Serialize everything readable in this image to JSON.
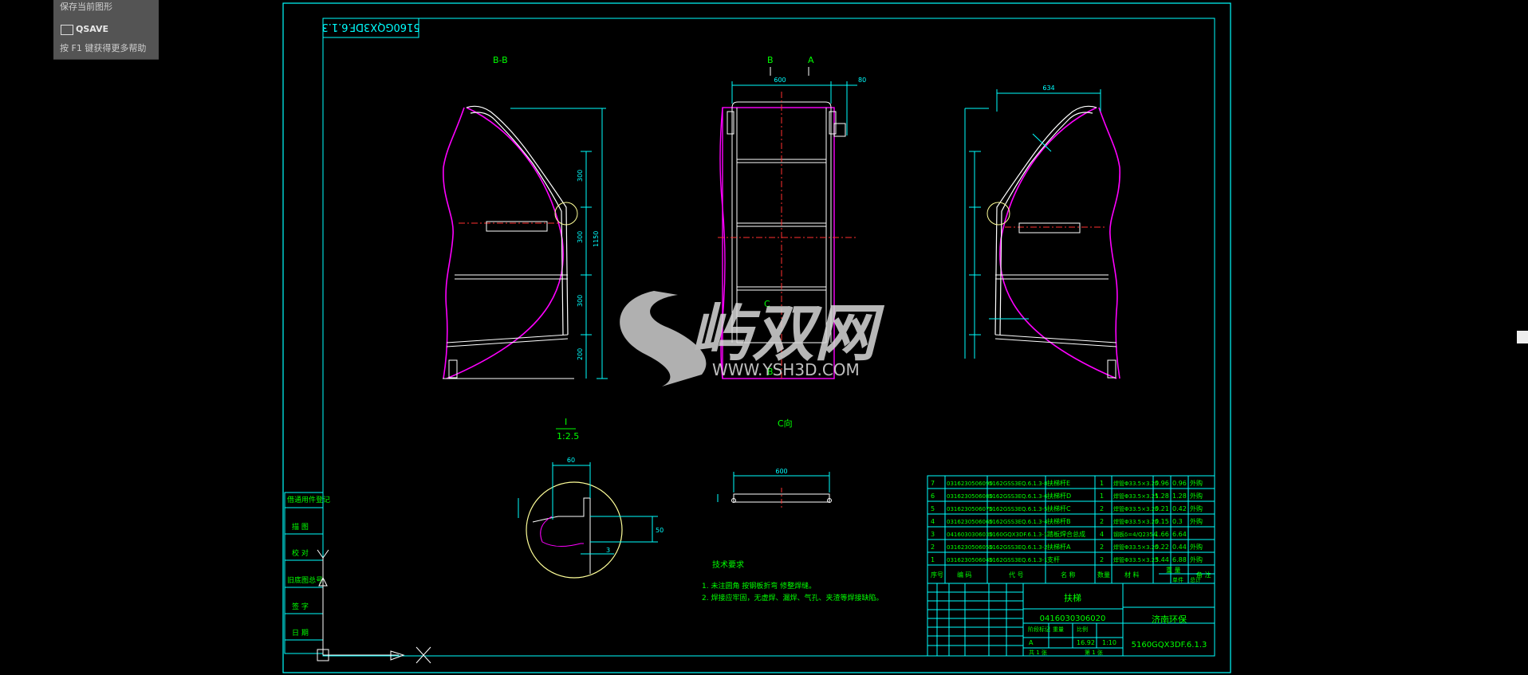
{
  "tooltip": {
    "line1": "保存当前图形",
    "command": "QSAVE",
    "hint": "按 F1 键获得更多帮助",
    "icon": "save-icon"
  },
  "drawing": {
    "stamp_number": "5160GQX3DF.6.1.3",
    "view_bb": "B-B",
    "view_mark_b": "B",
    "view_mark_a": "A",
    "view_mark_c": "C",
    "view_c": "C向",
    "detail_scale_top": "I",
    "detail_scale_bottom": "1:2.5",
    "tech_title": "技术要求",
    "tech_line1": "1. 未注圆角 按钢板折弯 修整焊缝。",
    "tech_line2": "2. 焊接应牢固，无虚焊、漏焊、气孔、夹渣等焊接缺陷。",
    "dims": {
      "front_width": "600",
      "front_offset": "80",
      "right_width": "634",
      "c_width": "600",
      "height_total": "1150",
      "left_seg1": "300",
      "left_seg2": "300",
      "left_seg3": "300",
      "left_seg4": "200",
      "detail_width": "60",
      "detail_side": "50",
      "detail_small": "3"
    }
  },
  "left_stamps": [
    "借通用件登记",
    "描 图",
    "校 对",
    "旧底图总号",
    "签 字",
    "日 期"
  ],
  "bom": {
    "rows": [
      {
        "no": "7",
        "code": "0316230506090",
        "drawing": "5162GSS3EQ.6.1.3-8",
        "name": "扶梯杆E",
        "qty": "1",
        "material": "焊管Φ33.5×3.25",
        "unit": "0.96",
        "total": "0.96",
        "note": "外购"
      },
      {
        "no": "6",
        "code": "0316230506080",
        "drawing": "5162GSS3EQ.6.1.3-6",
        "name": "扶梯杆D",
        "qty": "1",
        "material": "焊管Φ33.5×3.25",
        "unit": "1.28",
        "total": "1.28",
        "note": "外购"
      },
      {
        "no": "5",
        "code": "0316230506070",
        "drawing": "5162GSS3EQ.6.1.3-5",
        "name": "扶梯杆C",
        "qty": "2",
        "material": "焊管Φ33.5×3.25",
        "unit": "0.21",
        "total": "0.42",
        "note": "外购"
      },
      {
        "no": "4",
        "code": "0316230506060",
        "drawing": "5162GSS3EQ.6.1.3-4",
        "name": "扶梯杆B",
        "qty": "2",
        "material": "焊管Φ33.5×3.25",
        "unit": "0.15",
        "total": "0.3",
        "note": "外购"
      },
      {
        "no": "3",
        "code": "0416030306030",
        "drawing": "5160GQX3DF.6.1.3-1",
        "name": "踏板焊合总成",
        "qty": "4",
        "material": "钢板δ=4/Q235A",
        "unit": "1.66",
        "total": "6.64",
        "note": ""
      },
      {
        "no": "2",
        "code": "0316230506050",
        "drawing": "5162GSS3EQ.6.1.3-2",
        "name": "扶梯杆A",
        "qty": "2",
        "material": "焊管Φ33.5×3.25",
        "unit": "0.22",
        "total": "0.44",
        "note": "外购"
      },
      {
        "no": "1",
        "code": "0316230506040",
        "drawing": "5162GSS3EQ.6.1.3-1",
        "name": "支杆",
        "qty": "2",
        "material": "焊管Φ33.5×3.25",
        "unit": "3.44",
        "total": "6.88",
        "note": "外购"
      }
    ],
    "header": {
      "no": "序号",
      "code": "编 码",
      "drawing": "代 号",
      "name": "名 称",
      "qty": "数量",
      "material": "材 料",
      "weight": "重 量",
      "note": "备 注"
    },
    "weight_sub": [
      "单件",
      "总计"
    ]
  },
  "title_block": {
    "part_name": "扶梯",
    "part_code": "0416030306020",
    "company": "济南环保",
    "drawing_no": "5160GQX3DF.6.1.3",
    "weight": "16.92",
    "scale": "1:10",
    "stage": "A",
    "label_weight": "重量",
    "label_scale": "比例",
    "label_stage": "阶段标记",
    "sheet": "第 1 张",
    "sheets": "共 1 张"
  },
  "watermark": {
    "text": "屿双网",
    "url": "WWW.YSH3D.COM"
  },
  "colors": {
    "frame": "#00ffff",
    "geometry": "#ff00ff",
    "dims": "#00ffff",
    "text": "#00ff00",
    "center": "#ff3030",
    "detail": "#ffff99"
  }
}
